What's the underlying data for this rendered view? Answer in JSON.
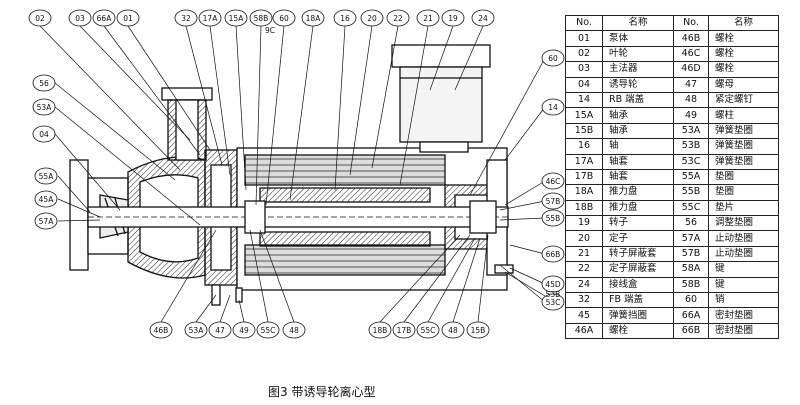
{
  "caption": "图3 带诱导轮离心型",
  "table": {
    "headers": [
      "No.",
      "名称",
      "No.",
      "名称"
    ],
    "rows": [
      [
        "01",
        "泵体",
        "46B",
        "螺栓"
      ],
      [
        "02",
        "叶轮",
        "46C",
        "螺栓"
      ],
      [
        "03",
        "主法器",
        "46D",
        "螺栓"
      ],
      [
        "04",
        "诱导轮",
        "47",
        "螺母"
      ],
      [
        "14",
        "RB 端盖",
        "48",
        "紧定螺钉"
      ],
      [
        "15A",
        "轴承",
        "49",
        "螺柱"
      ],
      [
        "15B",
        "轴承",
        "53A",
        "弹簧垫圈"
      ],
      [
        "16",
        "轴",
        "53B",
        "弹簧垫圈"
      ],
      [
        "17A",
        "轴套",
        "53C",
        "弹簧垫圈"
      ],
      [
        "17B",
        "轴套",
        "55A",
        "垫圈"
      ],
      [
        "18A",
        "推力盘",
        "55B",
        "垫圈"
      ],
      [
        "18B",
        "推力盘",
        "55C",
        "垫片"
      ],
      [
        "19",
        "转子",
        "56",
        "调整垫圈"
      ],
      [
        "20",
        "定子",
        "57A",
        "止动垫圈"
      ],
      [
        "21",
        "转子屏蔽套",
        "57B",
        "止动垫圈"
      ],
      [
        "22",
        "定子屏蔽套",
        "58A",
        "键"
      ],
      [
        "24",
        "接线盒",
        "58B",
        "键"
      ],
      [
        "32",
        "FB 端盖",
        "60",
        "销"
      ],
      [
        "45",
        "弹簧挡圈",
        "66A",
        "密封垫圈"
      ],
      [
        "46A",
        "螺栓",
        "66B",
        "密封垫圈"
      ]
    ]
  },
  "callouts": {
    "top": [
      "02",
      "03",
      "66A",
      "01",
      "32",
      "17A",
      "15A",
      "58B",
      "60",
      "18A",
      "16",
      "20",
      "22",
      "21",
      "19",
      "24"
    ],
    "top_small": "9C",
    "left": [
      "56",
      "53A",
      "04",
      "55A",
      "45A",
      "57A"
    ],
    "right": [
      "60",
      "14",
      "46C",
      "57B",
      "55B",
      "66B",
      "45D",
      "53B",
      "53C"
    ],
    "bottom": [
      "46B",
      "53A",
      "47",
      "49",
      "55C",
      "48",
      "18B",
      "17B",
      "55C",
      "48",
      "15B"
    ]
  }
}
